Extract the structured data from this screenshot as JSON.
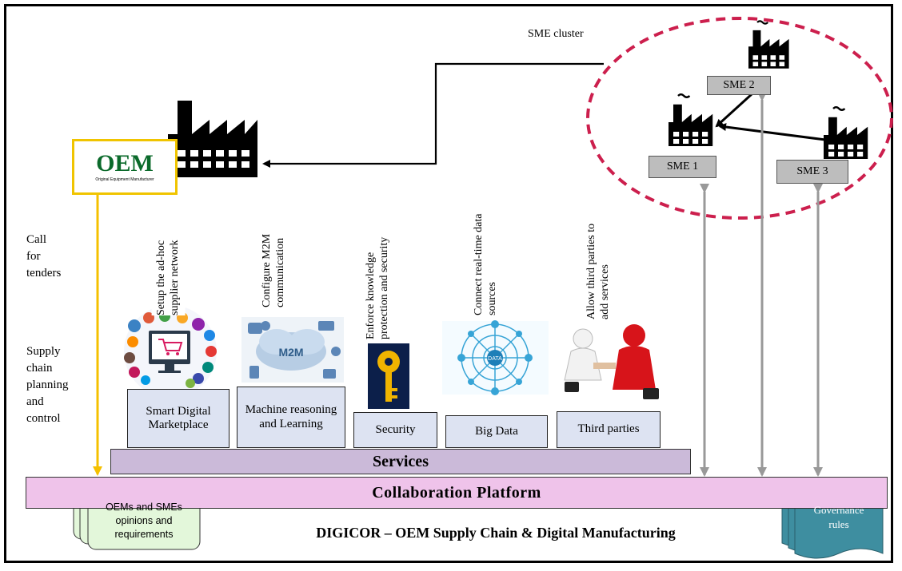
{
  "sme_cluster_label": "SME cluster",
  "oem": {
    "logo_text": "OEM",
    "logo_subtitle": "Original Equipment Manufacturer"
  },
  "smes": [
    {
      "label": "SME 1"
    },
    {
      "label": "SME 2"
    },
    {
      "label": "SME 3"
    }
  ],
  "side_labels": {
    "tenders": "Call\nfor\ntenders",
    "supply": "Supply\nchain\nplanning\nand\ncontrol"
  },
  "service_captions": [
    "Setup the ad-hoc\nsupplier network",
    "Configure M2M\ncommunication",
    "Enforce knowledge\nprotection and security",
    "Connect real-time data\nsources",
    "Allow third parties to\nadd services"
  ],
  "service_boxes": [
    "Smart Digital Marketplace",
    "Machine reasoning and Learning",
    "Security",
    "Big Data",
    "Third parties"
  ],
  "image_labels": {
    "m2m": "M2M",
    "data": "DATA"
  },
  "services_bar": "Services",
  "platform_bar": "Collaboration Platform",
  "footer_title": "DIGICOR – OEM Supply Chain & Digital Manufacturing",
  "opinions_note": "OEMs and SMEs\nopinions and\nrequirements",
  "governance_note": "Governance\nrules",
  "colors": {
    "services_bar": "#cbbad9",
    "platform_bar": "#efc3ea",
    "cluster_dash": "#cc1f4d",
    "oem_arrow": "#f5c000",
    "sme_arrow": "#999999",
    "governance_doc": "#3e8ea0",
    "opinions_note": "#e3f7da"
  },
  "icons": [
    "factory-icon",
    "key-icon",
    "handshake-icon",
    "shopping-cart-icon",
    "cloud-icon"
  ]
}
